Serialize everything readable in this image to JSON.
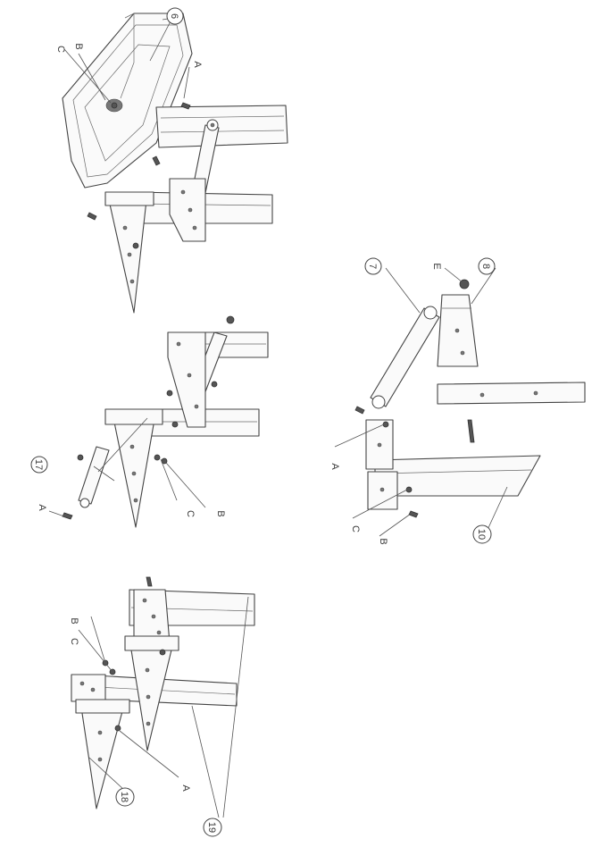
{
  "figures": [
    {
      "name": "top-left",
      "callouts": [
        {
          "label": "6",
          "kind": "number"
        },
        {
          "label": "C",
          "kind": "letter"
        },
        {
          "label": "B",
          "kind": "letter"
        },
        {
          "label": "A",
          "kind": "letter"
        }
      ]
    },
    {
      "name": "middle-left",
      "callouts": [
        {
          "label": "17",
          "kind": "number"
        },
        {
          "label": "A",
          "kind": "letter"
        },
        {
          "label": "C",
          "kind": "letter"
        },
        {
          "label": "B",
          "kind": "letter"
        }
      ]
    },
    {
      "name": "bottom-left",
      "callouts": [
        {
          "label": "C",
          "kind": "letter"
        },
        {
          "label": "B",
          "kind": "letter"
        },
        {
          "label": "A",
          "kind": "letter"
        },
        {
          "label": "18",
          "kind": "number"
        },
        {
          "label": "19",
          "kind": "number"
        }
      ]
    },
    {
      "name": "right",
      "callouts": [
        {
          "label": "7",
          "kind": "number"
        },
        {
          "label": "E",
          "kind": "letter"
        },
        {
          "label": "8",
          "kind": "number"
        },
        {
          "label": "A",
          "kind": "letter"
        },
        {
          "label": "C",
          "kind": "letter"
        },
        {
          "label": "B",
          "kind": "letter"
        },
        {
          "label": "10",
          "kind": "number"
        }
      ]
    }
  ]
}
